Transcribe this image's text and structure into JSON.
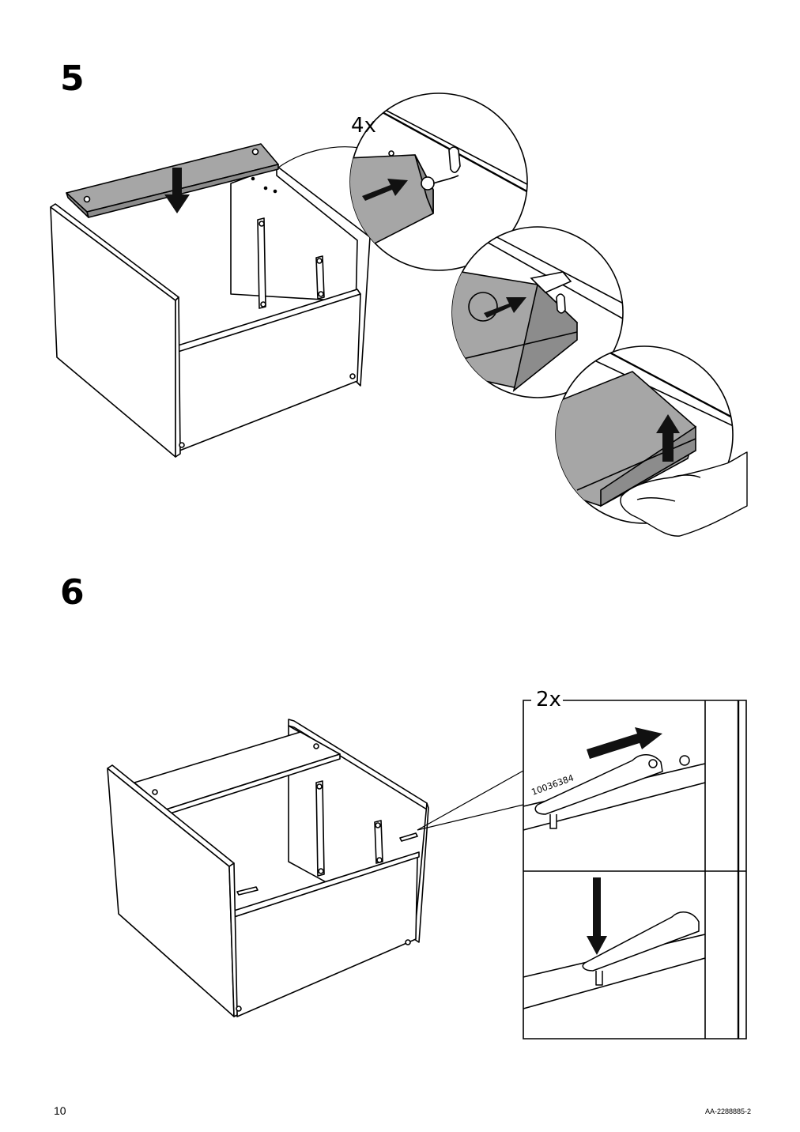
{
  "steps": [
    {
      "number": "5",
      "callout_count": "4x"
    },
    {
      "number": "6",
      "callout_count": "2x",
      "part_number": "10036384"
    }
  ],
  "footer": {
    "page_number": "10",
    "document_code": "AA-2288885-2"
  },
  "colors": {
    "line": "#000000",
    "panel_fill": "#ffffff",
    "part_fill": "#a6a6a6",
    "arrow": "#111111"
  },
  "icons": [
    "down-arrow-icon",
    "push-arrow-icon",
    "lift-arrow-icon",
    "hand-icon",
    "cam-lock-icon",
    "shelf-pin-icon"
  ]
}
